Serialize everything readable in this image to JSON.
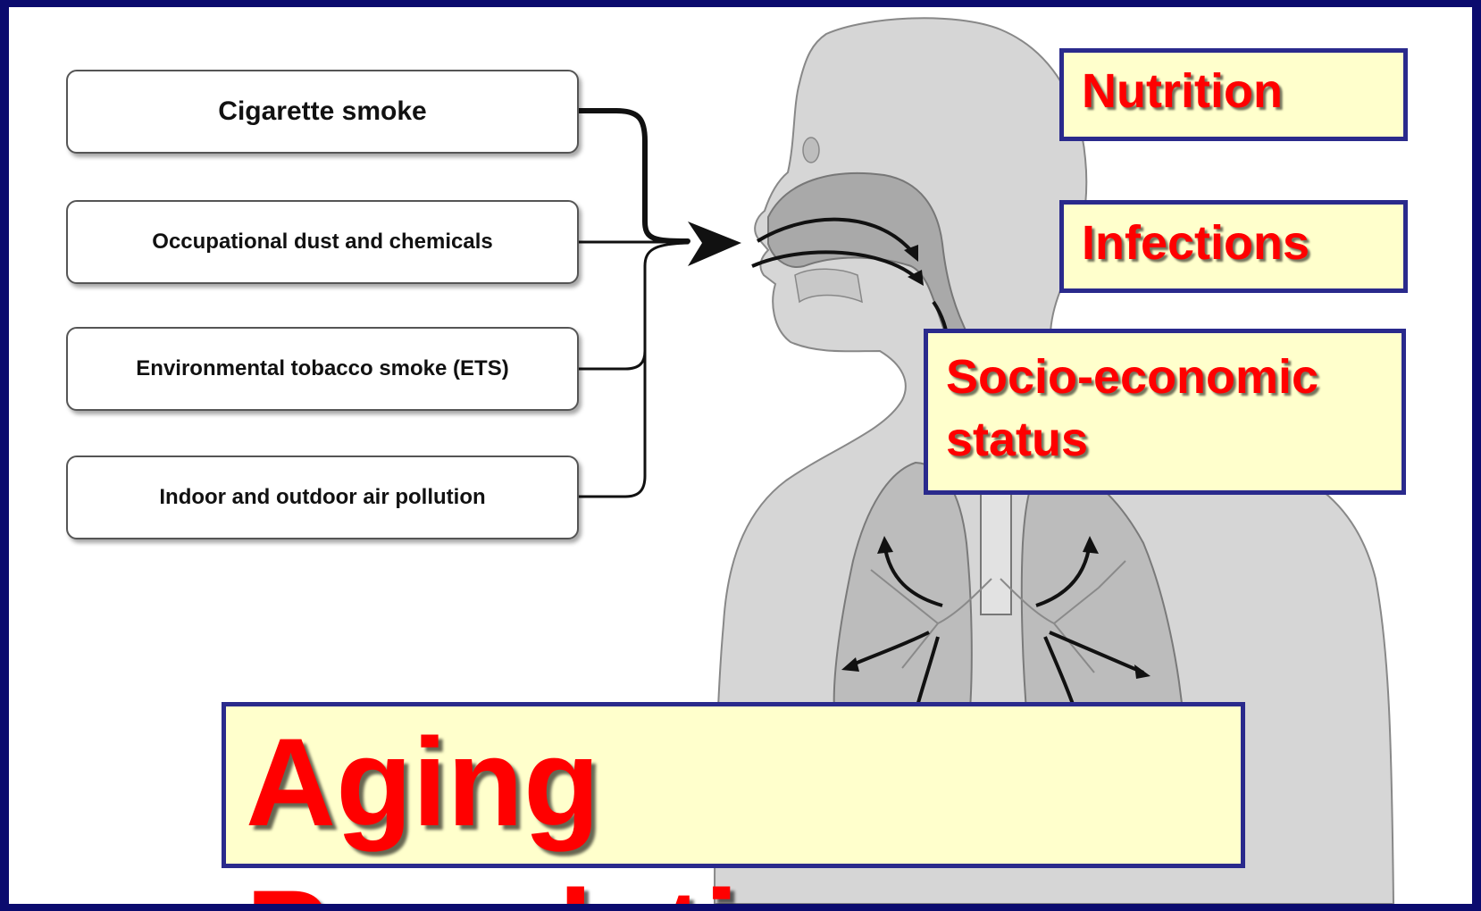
{
  "sources": [
    {
      "label": "Cigarette smoke"
    },
    {
      "label": "Occupational dust and chemicals"
    },
    {
      "label": "Environmental tobacco smoke (ETS)"
    },
    {
      "label": "Indoor and outdoor air pollution"
    }
  ],
  "factors": {
    "nutrition": "Nutrition",
    "infections": "Infections",
    "ses_line1": "Socio-economic",
    "ses_line2": "status",
    "aging": "Aging Populations"
  },
  "colors": {
    "background": "#0b0b6e",
    "factor_fill": "#ffffcc",
    "factor_border": "#2a2a8c",
    "factor_text": "#ff0000",
    "body_silhouette": "#d6d6d6"
  }
}
